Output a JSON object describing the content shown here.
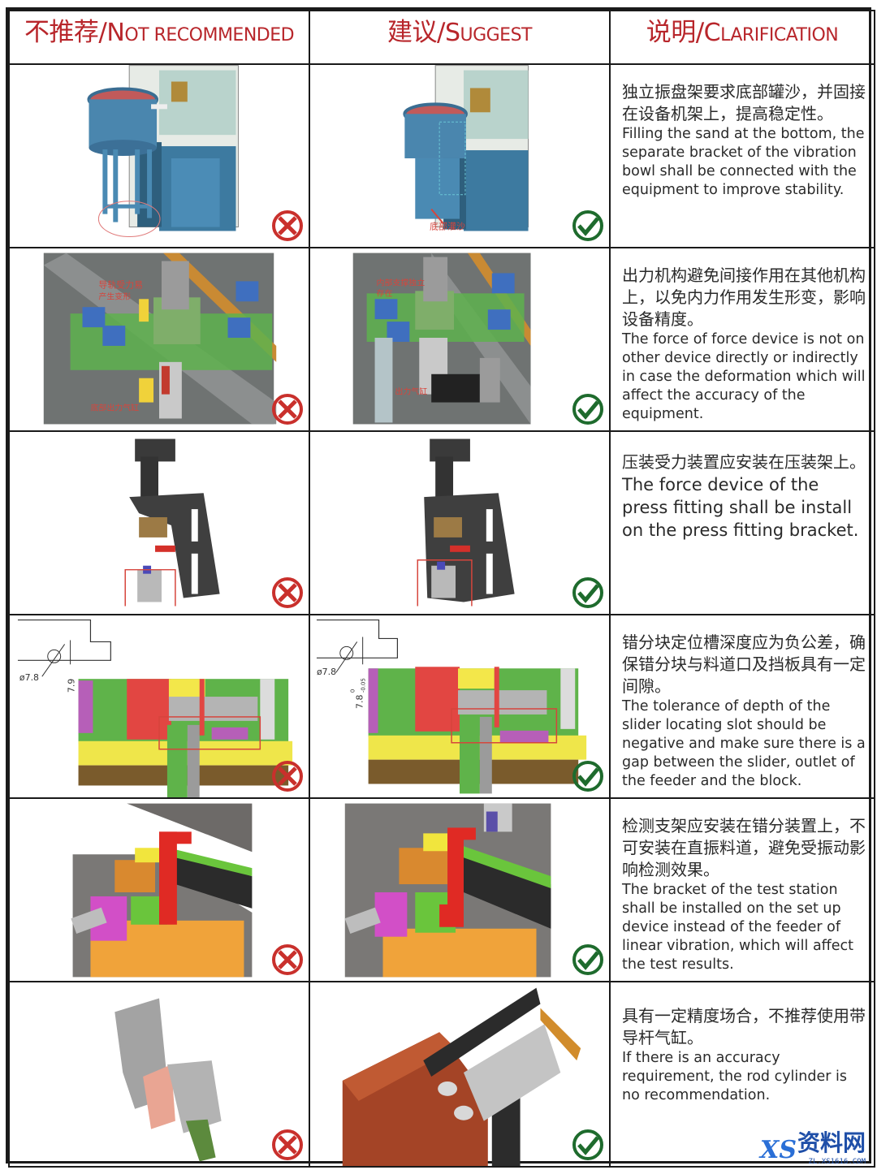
{
  "header": {
    "col1": {
      "cn": "不推荐/",
      "en_initial": "N",
      "en_rest": "OT RECOMMENDED"
    },
    "col2": {
      "cn": "建议/",
      "en_initial": "S",
      "en_rest": "UGGEST"
    },
    "col3": {
      "cn": "说明/",
      "en_initial": "C",
      "en_rest": "LARIFICATION"
    }
  },
  "colors": {
    "header_red": "#b8262b",
    "cross_red": "#c9302c",
    "check_green": "#1e6b2d",
    "border": "#1a1a1a"
  },
  "rows": [
    {
      "zh": "独立振盘架要求底部罐沙，并固接在设备机架上，提高稳定性。",
      "en": "Filling the sand at the bottom, the separate bracket of the vibration bowl shall be connected with the equipment to improve stability.",
      "not_recommended_image": "vibration-bowl-on-open-stand",
      "suggest_image": "vibration-bowl-with-sand-filled-base",
      "suggest_annotation": "底部灌沙",
      "not_recommended_icon": "cross-icon",
      "suggest_icon": "check-icon"
    },
    {
      "zh": "出力机构避免间接作用在其他机构上，以免内力作用发生形变，影响设备精度。",
      "en": "The force of force device is not on other device directly or indirectly in case the deformation which will affect the accuracy of the equipment.",
      "not_recommended_image": "force-mechanism-acting-on-other-mechanism",
      "suggest_image": "force-mechanism-isolated",
      "not_recommended_annotations": [
        "导轨受力易产生变形",
        "底部出力气缸"
      ],
      "suggest_annotations": [
        "内部支撑独立存在",
        "出力气缸"
      ],
      "not_recommended_icon": "cross-icon",
      "suggest_icon": "check-icon"
    },
    {
      "zh": "压装受力装置应安装在压装架上。",
      "en": "The force device of the press fitting shall be install on the press fitting bracket.",
      "not_recommended_image": "press-fitting-force-device-off-bracket",
      "suggest_image": "press-fitting-force-device-on-bracket",
      "not_recommended_icon": "cross-icon",
      "suggest_icon": "check-icon"
    },
    {
      "zh": "错分块定位槽深度应为负公差，确保错分块与料道口及挡板具有一定间隙。",
      "en": "The tolerance of depth of the slider locating slot should be negative and make sure there is a gap between the slider, outlet of the feeder and the block.",
      "not_recommended_image": "slider-slot-nominal-tolerance",
      "suggest_image": "slider-slot-negative-tolerance",
      "not_recommended_dims": {
        "diameter": "ø7.8",
        "depth": "7.9"
      },
      "suggest_dims": {
        "diameter": "ø7.8",
        "depth": "7.8",
        "tol_upper": "0",
        "tol_lower": "-0.05"
      },
      "not_recommended_icon": "cross-icon",
      "suggest_icon": "check-icon"
    },
    {
      "zh": "检测支架应安装在错分装置上，不可安装在直振料道，避免受振动影响检测效果。",
      "en": "The bracket of the test station shall be installed on the set up device instead of the feeder of linear vibration, which will affect the test results.",
      "not_recommended_image": "test-bracket-on-linear-feeder",
      "suggest_image": "test-bracket-on-setup-device",
      "not_recommended_icon": "cross-icon",
      "suggest_icon": "check-icon"
    },
    {
      "zh": "具有一定精度场合，不推荐使用带导杆气缸。",
      "en": "If there is an accuracy requirement, the rod cylinder is no recommendation.",
      "not_recommended_image": "guided-rod-cylinder-gripper",
      "suggest_image": "slide-table-cylinder-on-bracket",
      "not_recommended_icon": "cross-icon",
      "suggest_icon": "check-icon"
    }
  ],
  "watermark": {
    "logo": "XS",
    "name": "资料网",
    "url": "ZL.XS1616.COM"
  }
}
